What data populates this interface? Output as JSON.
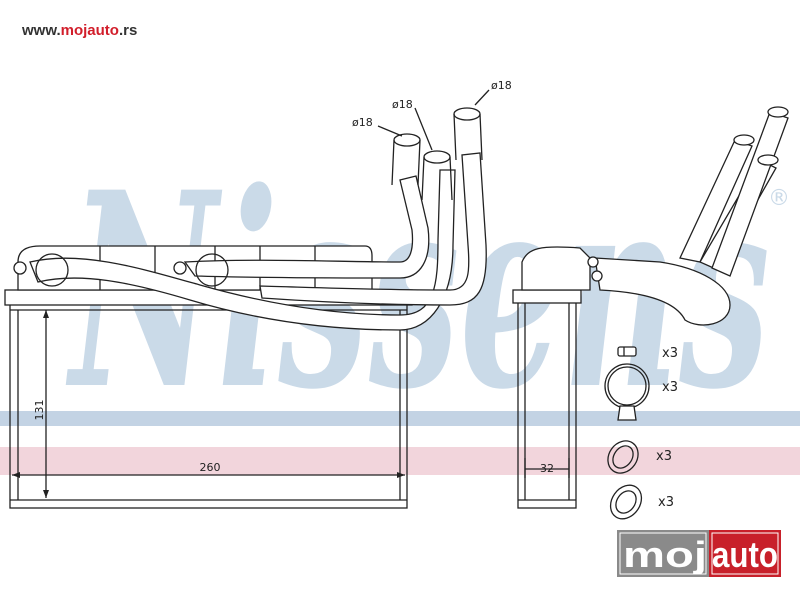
{
  "header": {
    "url_prefix": "www.",
    "url_brand": "mojauto",
    "url_suffix": ".rs"
  },
  "watermark": {
    "brand": "Nissens",
    "registered": "®"
  },
  "dimensions": {
    "width": "260",
    "height": "131",
    "depth": "32",
    "pipe_diameters": [
      "ø18",
      "ø18",
      "ø18"
    ]
  },
  "accessories": [
    {
      "icon": "screw-icon",
      "qty": "x3"
    },
    {
      "icon": "clamp-icon",
      "qty": "x3"
    },
    {
      "icon": "o-ring-icon",
      "qty": "x3"
    },
    {
      "icon": "gasket-icon",
      "qty": "x3"
    }
  ],
  "logo": {
    "part1": "moj",
    "part2": "auto"
  },
  "colors": {
    "watermark_blue": "#c5d6e6",
    "stripe_blue": "#c3d3e4",
    "stripe_pink": "#f2d5dc",
    "logo_gray": "#8a8a8a",
    "logo_red": "#c8202a"
  }
}
